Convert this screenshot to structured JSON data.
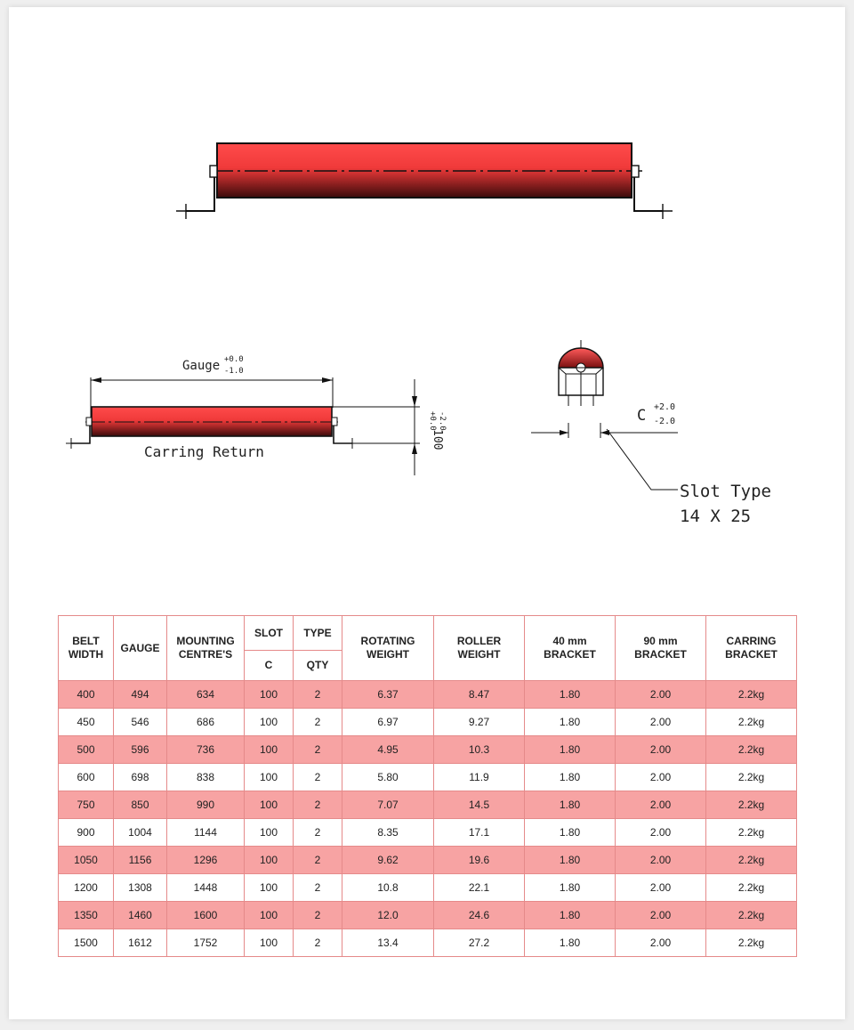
{
  "drawing": {
    "gauge_label": "Gauge",
    "gauge_tol_upper": "+0.0",
    "gauge_tol_lower": "-1.0",
    "side_tol_upper": "+0.0",
    "side_tol_lower": "-2.0",
    "height_value": "100",
    "carrying_return_label": "Carring Return",
    "c_label": "C",
    "c_tol_upper": "+2.0",
    "c_tol_lower": "-2.0",
    "slot_type_label": "Slot Type",
    "slot_size_label": "14 X 25",
    "roller_color": "#ff4b4b",
    "roller_dark": "#3a0a0a"
  },
  "table": {
    "headers": {
      "belt_width": "BELT WIDTH",
      "gauge": "GAUGE",
      "mounting_centres": "MOUNTING CENTRE'S",
      "slot": "SLOT",
      "slot_sub": "C",
      "type": "TYPE",
      "type_sub": "QTY",
      "rotating_weight": "ROTATING WEIGHT",
      "roller_weight": "ROLLER WEIGHT",
      "bracket_40": "40 mm BRACKET",
      "bracket_90": "90 mm BRACKET",
      "carring_bracket": "CARRING BRACKET"
    },
    "rows": [
      [
        "400",
        "494",
        "634",
        "100",
        "2",
        "6.37",
        "8.47",
        "1.80",
        "2.00",
        "2.2kg"
      ],
      [
        "450",
        "546",
        "686",
        "100",
        "2",
        "6.97",
        "9.27",
        "1.80",
        "2.00",
        "2.2kg"
      ],
      [
        "500",
        "596",
        "736",
        "100",
        "2",
        "4.95",
        "10.3",
        "1.80",
        "2.00",
        "2.2kg"
      ],
      [
        "600",
        "698",
        "838",
        "100",
        "2",
        "5.80",
        "11.9",
        "1.80",
        "2.00",
        "2.2kg"
      ],
      [
        "750",
        "850",
        "990",
        "100",
        "2",
        "7.07",
        "14.5",
        "1.80",
        "2.00",
        "2.2kg"
      ],
      [
        "900",
        "1004",
        "1144",
        "100",
        "2",
        "8.35",
        "17.1",
        "1.80",
        "2.00",
        "2.2kg"
      ],
      [
        "1050",
        "1156",
        "1296",
        "100",
        "2",
        "9.62",
        "19.6",
        "1.80",
        "2.00",
        "2.2kg"
      ],
      [
        "1200",
        "1308",
        "1448",
        "100",
        "2",
        "10.8",
        "22.1",
        "1.80",
        "2.00",
        "2.2kg"
      ],
      [
        "1350",
        "1460",
        "1600",
        "100",
        "2",
        "12.0",
        "24.6",
        "1.80",
        "2.00",
        "2.2kg"
      ],
      [
        "1500",
        "1612",
        "1752",
        "100",
        "2",
        "13.4",
        "27.2",
        "1.80",
        "2.00",
        "2.2kg"
      ]
    ],
    "shade_color": "#f7a3a3",
    "border_color": "#e58a8a"
  }
}
